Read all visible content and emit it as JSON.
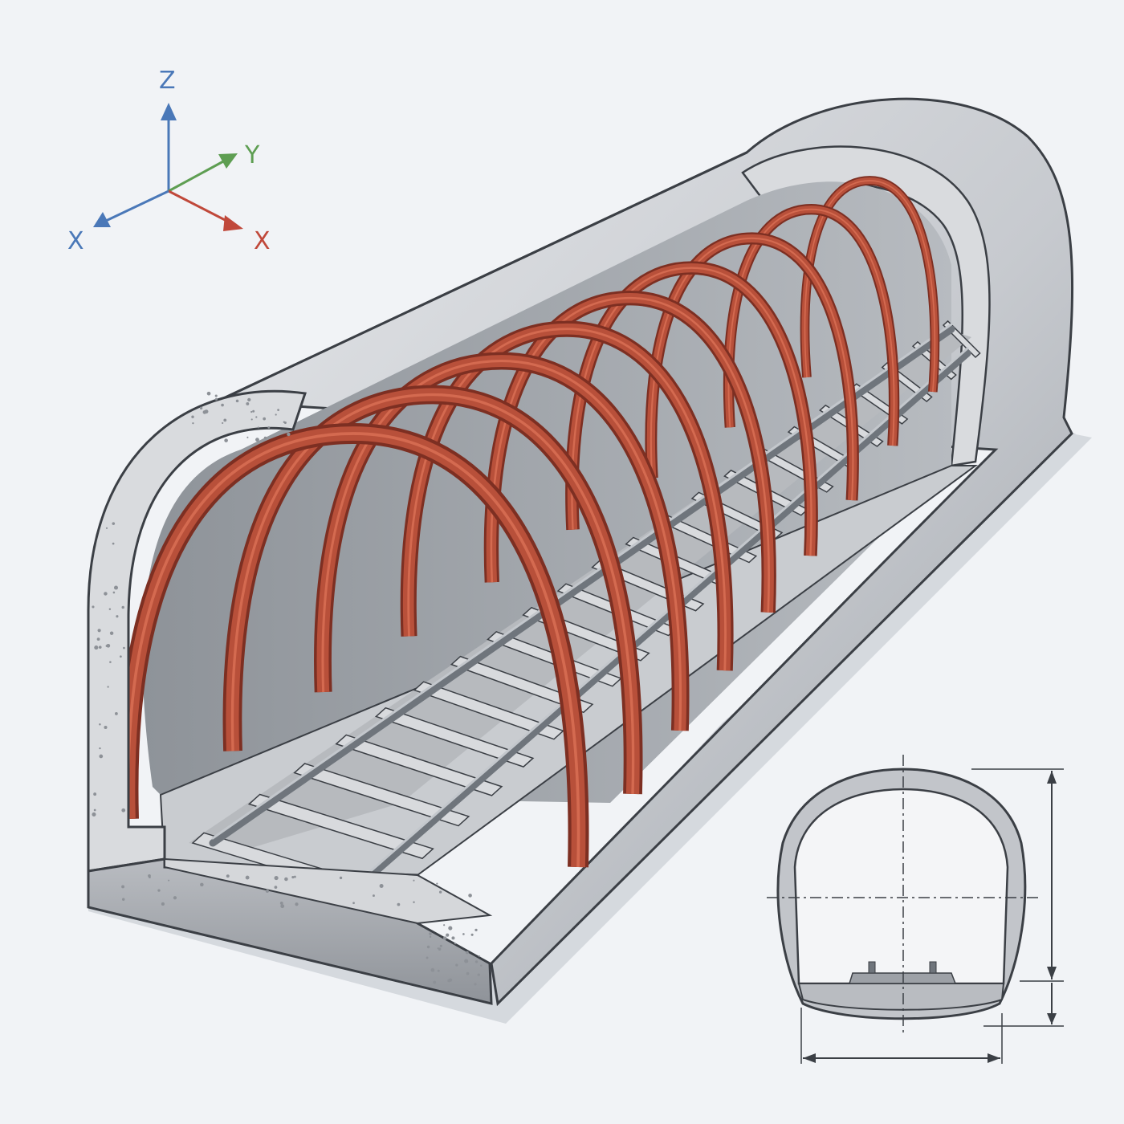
{
  "axes": {
    "z_label": "Z",
    "y_label": "Y",
    "x_left_label": "X",
    "x_right_label": "X"
  },
  "colors": {
    "background": "#f1f3f6",
    "concrete_light": "#dfe1e4",
    "concrete_mid": "#c5c8cc",
    "concrete_dark": "#9a9ea4",
    "rock_wall": "#a7abb1",
    "steel_arch": "#b8503a",
    "steel_arch_dark": "#7d2f22",
    "steel_arch_light": "#d46a50",
    "rail": "#7f858c",
    "sleeper": "#d8dadd",
    "axis_z": "#4a78b8",
    "axis_y": "#5e9e52",
    "axis_x_right": "#c0483a",
    "axis_x_left": "#4a78b8",
    "outline": "#3b3f45"
  },
  "tunnel": {
    "arch_count": 9,
    "sleeper_count": 22
  },
  "icons": {
    "axes": "coordinate-axes-icon",
    "section": "cross-section-icon"
  }
}
